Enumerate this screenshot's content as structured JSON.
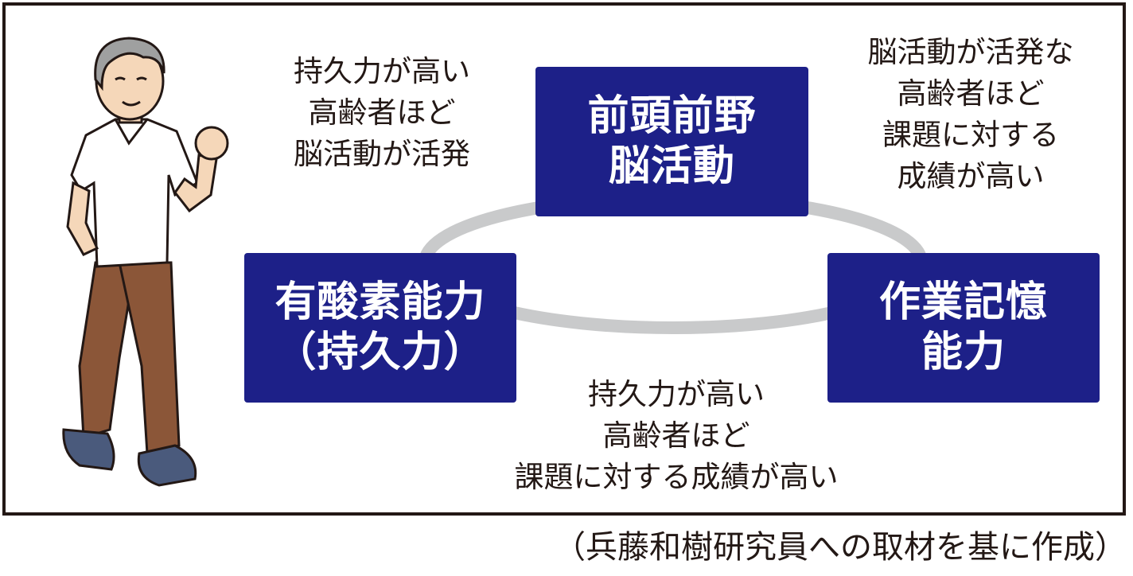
{
  "diagram": {
    "nodes": {
      "top": {
        "line1": "前頭前野",
        "line2": "脳活動"
      },
      "left": {
        "line1": "有酸素能力",
        "line2": "（持久力）"
      },
      "right": {
        "line1": "作業記憶",
        "line2": "能力"
      }
    },
    "annotations": {
      "top_left": [
        "持久力が高い",
        "高齢者ほど",
        "脳活動が活発"
      ],
      "top_right": [
        "脳活動が活発な",
        "高齢者ほど",
        "課題に対する",
        "成績が高い"
      ],
      "bottom": [
        "持久力が高い",
        "高齢者ほど",
        "課題に対する成績が高い"
      ]
    },
    "colors": {
      "node_fill": "#1d2088",
      "ring": "#c9cacb",
      "frame": "#231815"
    },
    "illustration": "elderly-man-walking"
  },
  "source_note": "（兵藤和樹研究員への取材を基に作成）"
}
